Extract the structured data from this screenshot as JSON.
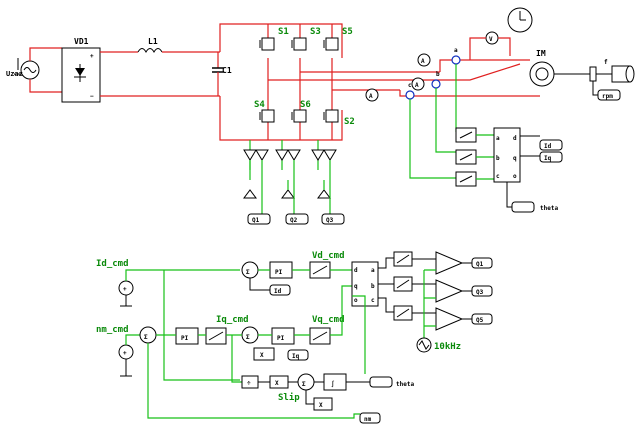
{
  "power_stage": {
    "source_label": "Uzaz",
    "rectifier_label": "VD1",
    "inductor_label": "L1",
    "capacitor_label": "C1",
    "switches": [
      "S1",
      "S3",
      "S5",
      "S4",
      "S6",
      "S2"
    ],
    "node_labels": [
      "a",
      "b",
      "c"
    ],
    "motor_label": "IM",
    "speed_label": "f",
    "rpm_meter_label": "rpm",
    "abc_block": {
      "inputs": [
        "a",
        "b",
        "c"
      ],
      "outputs": [
        "d",
        "q",
        "o"
      ]
    },
    "outputs": [
      "Id",
      "Iq"
    ],
    "theta_label": "theta",
    "gate_labels": [
      "Q1",
      "Q2",
      "Q3"
    ]
  },
  "control": {
    "id_cmd": "Id_cmd",
    "nm_cmd": "nm_cmd",
    "vd_cmd": "Vd_cmd",
    "vq_cmd": "Vq_cmd",
    "iq_cmd": "Iq_cmd",
    "pi": "PI",
    "id_feedback": "Id",
    "iq_feedback": "Iq",
    "slip": "Slip",
    "theta": "theta",
    "rpm": "nm",
    "multiply": "X",
    "integrator": "∫",
    "dq_block": {
      "inputs": [
        "d",
        "q",
        "o"
      ],
      "outputs": [
        "a",
        "b",
        "c"
      ]
    },
    "carrier": "10kHz",
    "pwm_outputs": [
      "Q1",
      "Q3",
      "Q5"
    ]
  }
}
